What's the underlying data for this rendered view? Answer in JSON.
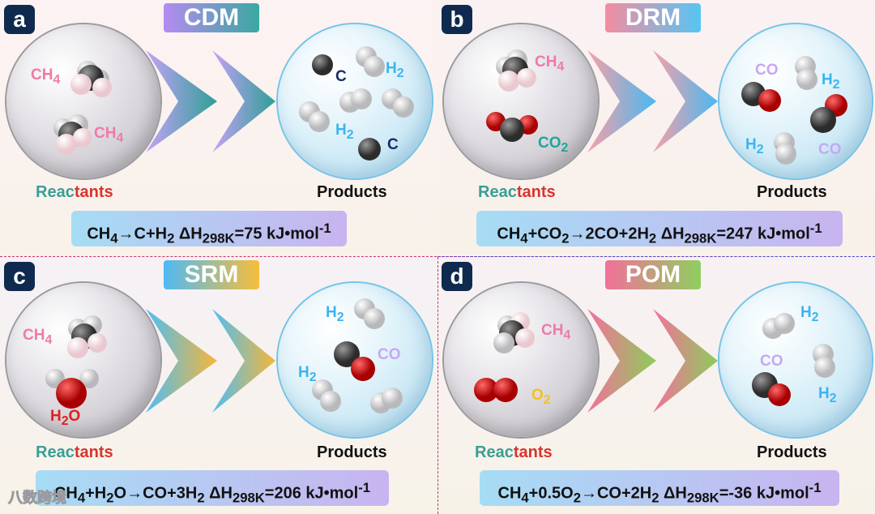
{
  "panels": {
    "a": {
      "letter": "a",
      "title": "CDM",
      "reactants_1": "Reac",
      "reactants_2": "tants",
      "products": "Products",
      "eq_pre": "CH",
      "eq_sub1": "4",
      "eq_mid": "→C+H",
      "eq_sub2": "2",
      "eq_dh": " ΔH",
      "eq_sub3": "298K",
      "eq_val": "=75 kJ•mol",
      "eq_sup": "-1",
      "labels": [
        "CH4",
        "CH4",
        "C",
        "H2",
        "H2",
        "C"
      ]
    },
    "b": {
      "letter": "b",
      "title": "DRM",
      "reactants_1": "Reac",
      "reactants_2": "tants",
      "products": "Products",
      "equation": "CH4+CO2→2CO+2H2 ΔH298K=247 kJ•mol-1",
      "labels": [
        "CH4",
        "CO2",
        "CO",
        "H2",
        "H2",
        "CO"
      ]
    },
    "c": {
      "letter": "c",
      "title": "SRM",
      "reactants_1": "Reac",
      "reactants_2": "tants",
      "products": "Products",
      "equation": "CH4+H2O→CO+3H2 ΔH298K=206 kJ•mol-1",
      "labels": [
        "CH4",
        "H2O",
        "H2",
        "CO",
        "H2"
      ]
    },
    "d": {
      "letter": "d",
      "title": "POM",
      "reactants_1": "Reac",
      "reactants_2": "tants",
      "products": "Products",
      "equation": "CH4+0.5O2→CO+2H2 ΔH298K=-36 kJ•mol-1",
      "labels": [
        "CH4",
        "O2",
        "H2",
        "CO",
        "H2"
      ]
    }
  },
  "watermark": "八数跨境",
  "colors": {
    "ch4": "#f07aa6",
    "c": "#1a2a6a",
    "h2": "#3cb4f0",
    "co": "#c7a7f5",
    "co2": "#22a59a",
    "h2o": "#e02020",
    "o2": "#f2c21f"
  }
}
